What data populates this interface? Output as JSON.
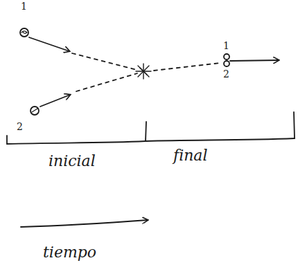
{
  "diagram": {
    "labels": [
      "1",
      "2",
      "1",
      "2",
      "inicial",
      "final",
      "tiempo"
    ]
  }
}
